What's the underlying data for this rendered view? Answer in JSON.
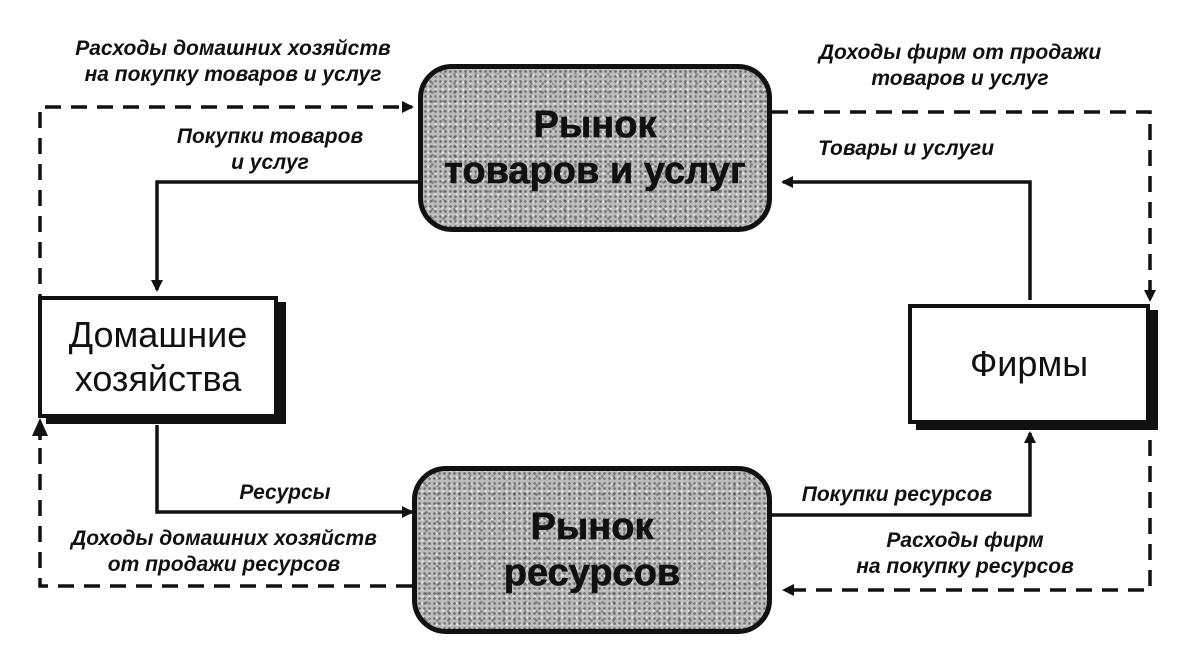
{
  "nodes": {
    "goods_market": {
      "line1": "Рынок",
      "line2": "товаров и услуг"
    },
    "resource_market": {
      "line1": "Рынок",
      "line2": "ресурсов"
    },
    "households": {
      "line1": "Домашние",
      "line2": "хозяйства"
    },
    "firms": {
      "label": "Фирмы"
    }
  },
  "labels": {
    "household_spending": {
      "line1": "Расходы домашних хозяйств",
      "line2": "на покупку товаров и услуг"
    },
    "firm_revenue": {
      "line1": "Доходы фирм от продажи",
      "line2": "товаров и услуг"
    },
    "goods_purchases": {
      "line1": "Покупки товаров",
      "line2": "и услуг"
    },
    "goods_and_services": {
      "line1": "Товары и услуги"
    },
    "resources": {
      "line1": "Ресурсы"
    },
    "resource_purchases": {
      "line1": "Покупки ресурсов"
    },
    "household_income": {
      "line1": "Доходы домашних хозяйств",
      "line2": "от продажи ресурсов"
    },
    "firm_spending": {
      "line1": "Расходы фирм",
      "line2": "на покупку ресурсов"
    }
  },
  "colors": {
    "ink": "#111111",
    "market_fill": "#bcbcbc",
    "background": "#ffffff"
  }
}
